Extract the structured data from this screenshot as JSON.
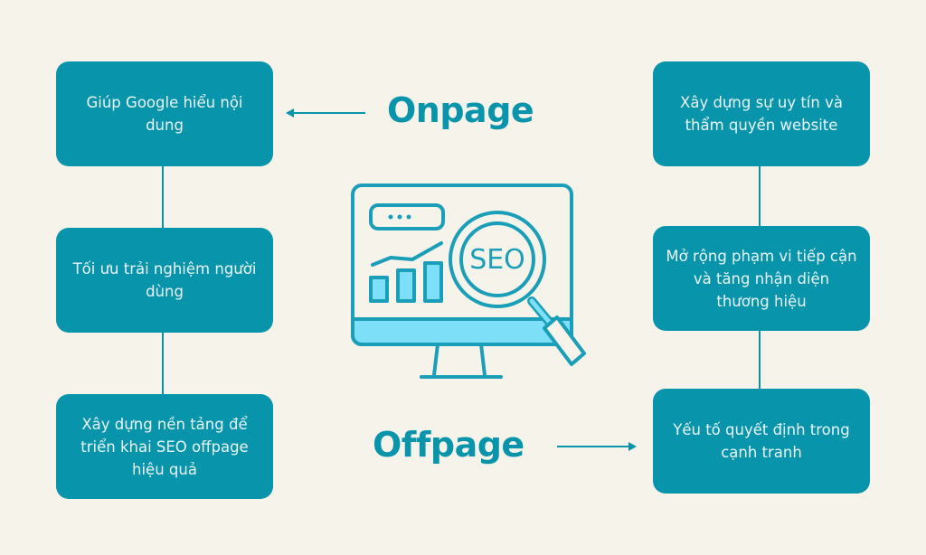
{
  "colors": {
    "background": "#f6f3ea",
    "accent": "#0894ab",
    "icon_fill": "#7ddff8",
    "box_text": "#eaf6f8"
  },
  "titles": {
    "onpage": "Onpage",
    "offpage": "Offpage"
  },
  "left": {
    "items": [
      {
        "label": "Giúp Google hiểu nội dung"
      },
      {
        "label": "Tối ưu trải nghiệm người dùng"
      },
      {
        "label": "Xây dựng nền tảng để triển khai SEO offpage hiệu quả"
      }
    ]
  },
  "right": {
    "items": [
      {
        "label": "Xây dựng sự uy tín và thẩm quyền website"
      },
      {
        "label": "Mở rộng phạm vi tiếp cận và tăng nhận diện thương hiệu"
      },
      {
        "label": "Yếu tố quyết định trong cạnh tranh"
      }
    ]
  },
  "illustration": {
    "icon": "seo-monitor-magnifier-icon",
    "text": "SEO"
  }
}
